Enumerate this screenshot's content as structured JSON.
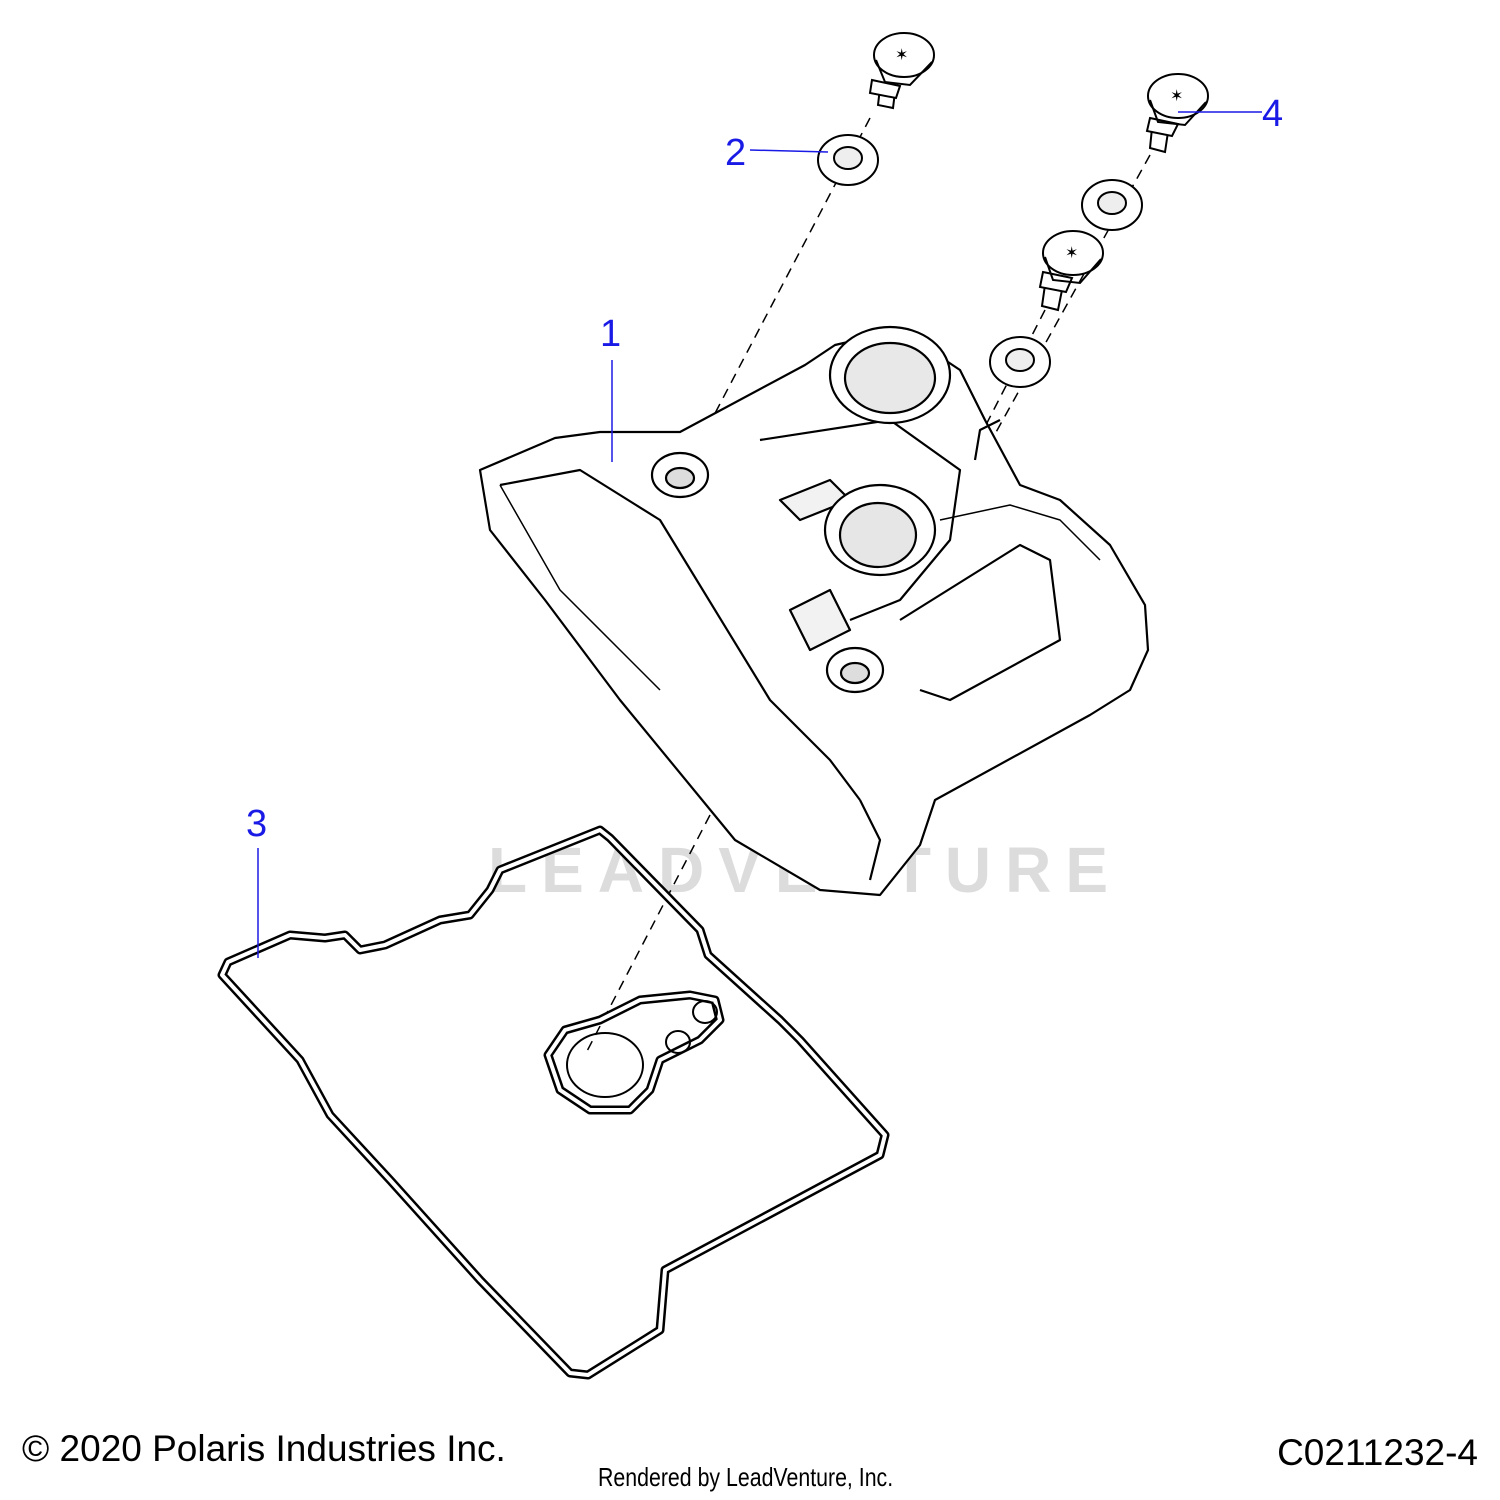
{
  "diagram": {
    "watermark": "LEADVENTURE",
    "callouts": [
      {
        "number": "1",
        "part": "valve-cover"
      },
      {
        "number": "2",
        "part": "grommet"
      },
      {
        "number": "3",
        "part": "gasket"
      },
      {
        "number": "4",
        "part": "screw"
      }
    ]
  },
  "footer": {
    "copyright": "© 2020 Polaris Industries Inc.",
    "rendered_by": "Rendered by LeadVenture, Inc.",
    "figure_code": "C0211232-4"
  },
  "colors": {
    "callout": "#1a1ae6",
    "line_art": "#000000",
    "watermark": "#dcdcdc"
  }
}
